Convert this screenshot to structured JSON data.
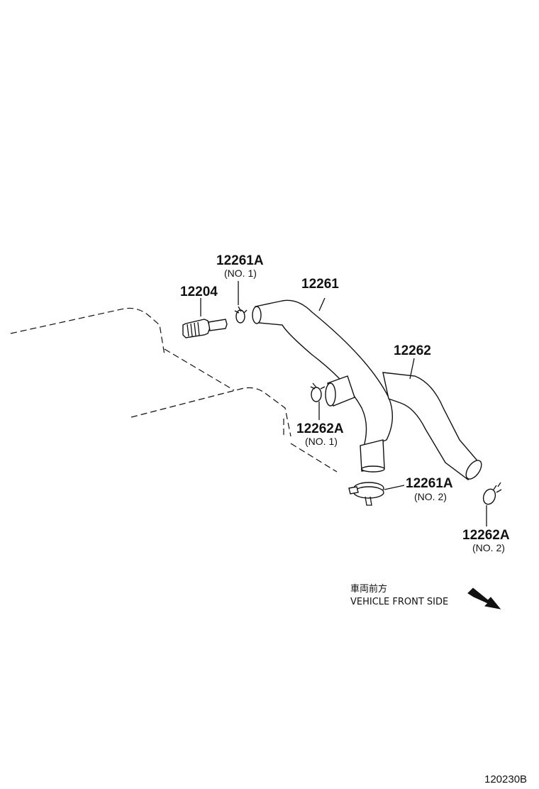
{
  "labels": {
    "p12261A_no1": {
      "code": "12261A",
      "sub": "(NO. 1)"
    },
    "p12204": {
      "code": "12204"
    },
    "p12261": {
      "code": "12261"
    },
    "p12262": {
      "code": "12262"
    },
    "p12262A_no1": {
      "code": "12262A",
      "sub": "(NO. 1)"
    },
    "p12261A_no2": {
      "code": "12261A",
      "sub": "(NO. 2)"
    },
    "p12262A_no2": {
      "code": "12262A",
      "sub": "(NO. 2)"
    }
  },
  "direction": {
    "japanese": "車両前方",
    "english": "VEHICLE FRONT SIDE",
    "icon": "arrow-down-right-icon"
  },
  "figure_code": "120230B"
}
